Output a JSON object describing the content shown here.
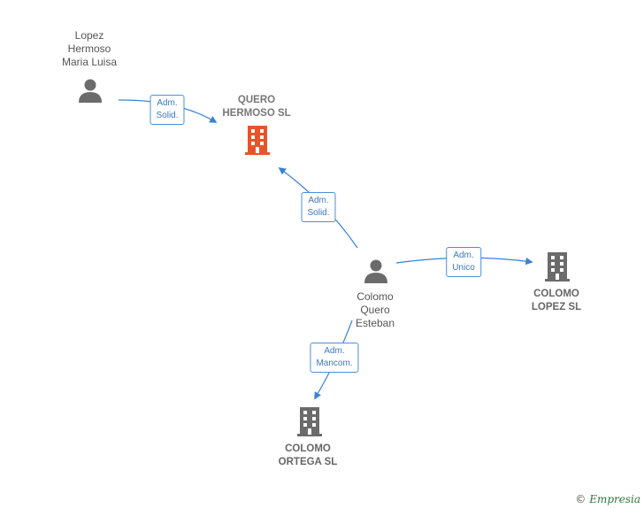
{
  "nodes": {
    "lopez_hermoso": {
      "label": "Lopez\nHermoso\nMaria Luisa",
      "kind": "person"
    },
    "quero_hermoso": {
      "label": "QUERO\nHERMOSO  SL",
      "kind": "company-focus",
      "color": "#e8542a"
    },
    "colomo_quero": {
      "label": "Colomo\nQuero\nEsteban",
      "kind": "person"
    },
    "colomo_lopez": {
      "label": "COLOMO\nLOPEZ SL",
      "kind": "company"
    },
    "colomo_ortega": {
      "label": "COLOMO\nORTEGA  SL",
      "kind": "company"
    }
  },
  "edges": [
    {
      "from": "lopez_hermoso",
      "to": "quero_hermoso",
      "label": "Adm.\nSolid."
    },
    {
      "from": "colomo_quero",
      "to": "quero_hermoso",
      "label": "Adm.\nSolid."
    },
    {
      "from": "colomo_quero",
      "to": "colomo_lopez",
      "label": "Adm.\nUnico"
    },
    {
      "from": "colomo_quero",
      "to": "colomo_ortega",
      "label": "Adm.\nMancom."
    }
  ],
  "colors": {
    "edge": "#3a82d6",
    "icon": "#6b6b6b",
    "focus_icon": "#e8542a"
  },
  "brand": {
    "copyright": "©",
    "name": "Empresia"
  }
}
